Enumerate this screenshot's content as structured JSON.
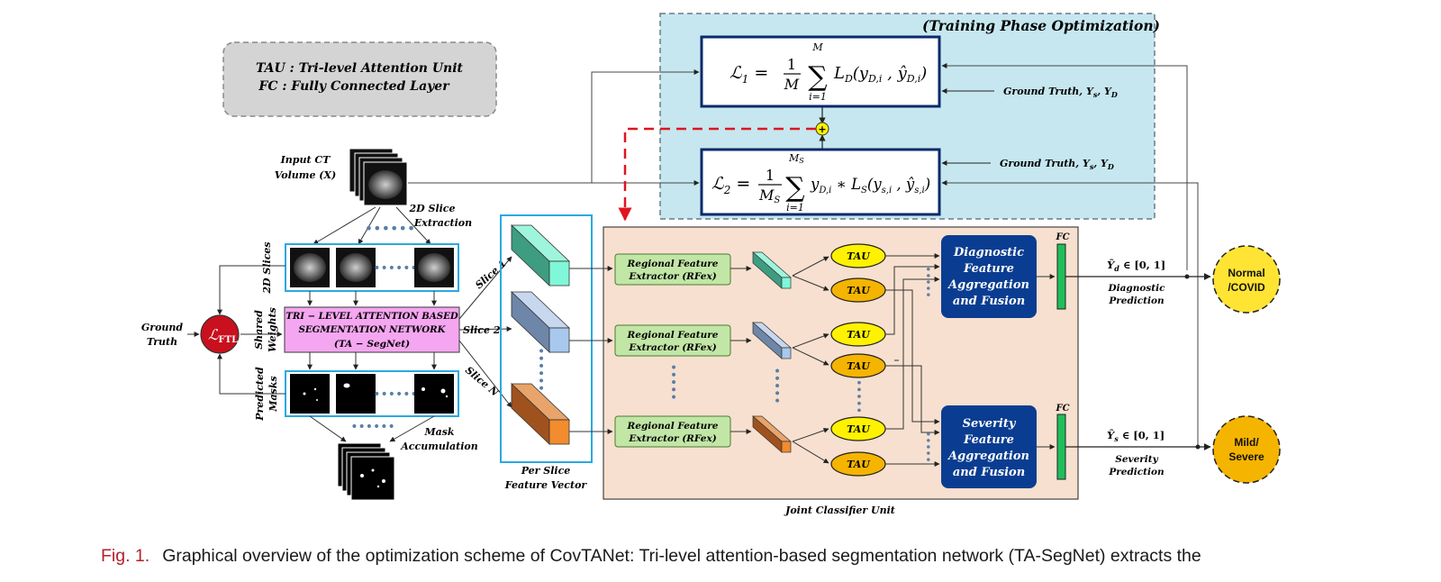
{
  "legend": {
    "line1": "TAU : Tri-level Attention Unit",
    "line2": "FC : Fully Connected Layer"
  },
  "training_phase": {
    "title": "(Training Phase Optimization)",
    "loss1": {
      "lhs": "ℒ",
      "sub": "1",
      "frac_num": "1",
      "frac_den": "M",
      "sum_top": "M",
      "sum_bottom": "i=1",
      "body": "L",
      "body_sub": "D",
      "args": "(y",
      "arg1_sub": "D,i",
      "arg_mid": " , ŷ",
      "arg2_sub": "D,i",
      "close": ")"
    },
    "loss2": {
      "lhs": "ℒ",
      "sub": "2",
      "frac_num": "1",
      "frac_den": "M",
      "frac_den_sub": "S",
      "sum_top": "M",
      "sum_top_sub": "S",
      "sum_bottom": "i=1",
      "pre": "y",
      "pre_sub": "D,i",
      "star": " ∗ L",
      "body_sub": "S",
      "args": "(y",
      "arg1_sub": "s,i",
      "arg_mid": " , ŷ",
      "arg2_sub": "s,i",
      "close": ")"
    },
    "gt1": "Ground Truth, Y",
    "gt1_s": "s",
    "gt1_mid": ", Y",
    "gt1_d": "D",
    "gt2": "Ground Truth, Y",
    "gt2_s": "s",
    "gt2_mid": ", Y",
    "gt2_d": "D",
    "plus": "+"
  },
  "left": {
    "input_ct_1": "Input CT",
    "input_ct_2": "Volume (X)",
    "slice_extract_1": "2D Slice",
    "slice_extract_2": "Extraction",
    "slices_label": "2D Slices",
    "shared_weights_1": "Shared",
    "shared_weights_2": "Weights",
    "predicted_masks_1": "Predicted",
    "predicted_masks_2": "Masks",
    "ground_truth_1": "Ground",
    "ground_truth_2": "Truth",
    "ftl_loss": "ℒ",
    "ftl_sub": "FTL",
    "tasegnet_1": "TRI − LEVEL ATTENTION BASED",
    "tasegnet_2": "SEGMENTATION NETWORK",
    "tasegnet_3": "(TA − SegNet)",
    "mask_acc_1": "Mask",
    "mask_acc_2": "Accumulation",
    "slice1": "Slice 1",
    "slice2": "Slice 2",
    "sliceN": "Slice N",
    "per_slice_1": "Per Slice",
    "per_slice_2": "Feature Vector"
  },
  "classifier": {
    "unit_label": "Joint Classifier Unit",
    "rfex_1": "Regional Feature",
    "rfex_2": "Extractor (RFex)",
    "tau": "TAU",
    "fc": "FC",
    "diag_1": "Diagnostic",
    "diag_2": "Feature",
    "diag_3": "Aggregation",
    "diag_4": "and Fusion",
    "sev_1": "Severity",
    "sev_2": "Feature",
    "sev_3": "Aggregation",
    "sev_4": "and Fusion"
  },
  "outputs": {
    "yd": "Ŷ",
    "yd_sub": "d",
    "yd_range": " ∈ [0, 1]",
    "diag_pred_1": "Diagnostic",
    "diag_pred_2": "Prediction",
    "ys": "Ŷ",
    "ys_sub": "s",
    "ys_range": " ∈ [0, 1]",
    "sev_pred_1": "Severity",
    "sev_pred_2": "Prediction",
    "normal_1": "Normal",
    "normal_2": "/COVID",
    "mild_1": "Mild/",
    "mild_2": "Severe"
  },
  "caption": {
    "label": "Fig. 1.",
    "text": "Graphical overview of the optimization scheme of CovTANet: Tri-level attention-based segmentation network (TA-SegNet) extracts the"
  },
  "colors": {
    "training_bg": "#c6e7f0",
    "classifier_bg": "#f7e0cf",
    "tasegnet_bg": "#f5a6f0",
    "rfex_bg": "#c2e6a6",
    "tau_yellow": "#fff200",
    "tau_orange": "#f5b400",
    "fusion_blue": "#0a3d91",
    "fc_green": "#1fbf5a",
    "ftl_red": "#c8101e",
    "output_normal": "#ffe433",
    "output_mild": "#f5b400",
    "feedback_red": "#e0141e",
    "caption_label": "#b3202a"
  }
}
